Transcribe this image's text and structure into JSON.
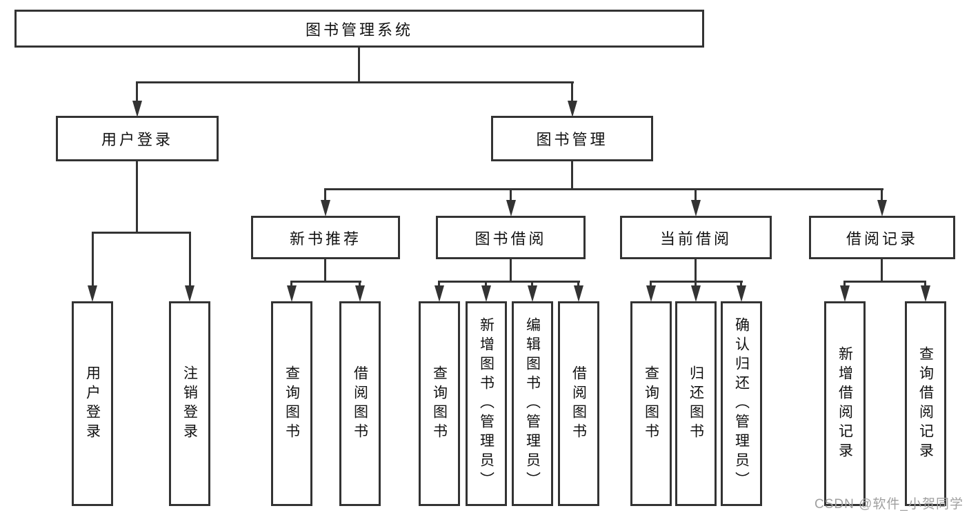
{
  "colors": {
    "line": "#333333",
    "text": "#111111",
    "watermark": "#9f9f9f",
    "background": "#ffffff"
  },
  "tree": {
    "root": {
      "label": "图书管理系统"
    },
    "branches": [
      {
        "label": "用户登录",
        "children": [
          {
            "label": "用户登录"
          },
          {
            "label": "注销登录"
          }
        ]
      },
      {
        "label": "图书管理",
        "children": [
          {
            "label": "新书推荐",
            "children": [
              {
                "label": "查询图书"
              },
              {
                "label": "借阅图书"
              }
            ]
          },
          {
            "label": "图书借阅",
            "children": [
              {
                "label": "查询图书"
              },
              {
                "label": "新增图书（管理员）"
              },
              {
                "label": "编辑图书（管理员）"
              },
              {
                "label": "借阅图书"
              }
            ]
          },
          {
            "label": "当前借阅",
            "children": [
              {
                "label": "查询图书"
              },
              {
                "label": "归还图书"
              },
              {
                "label": "确认归还（管理员）"
              }
            ]
          },
          {
            "label": "借阅记录",
            "children": [
              {
                "label": "新增借阅记录"
              },
              {
                "label": "查询借阅记录"
              }
            ]
          }
        ]
      }
    ]
  },
  "watermark": {
    "text": "CSDN @软件_小贺同学"
  }
}
